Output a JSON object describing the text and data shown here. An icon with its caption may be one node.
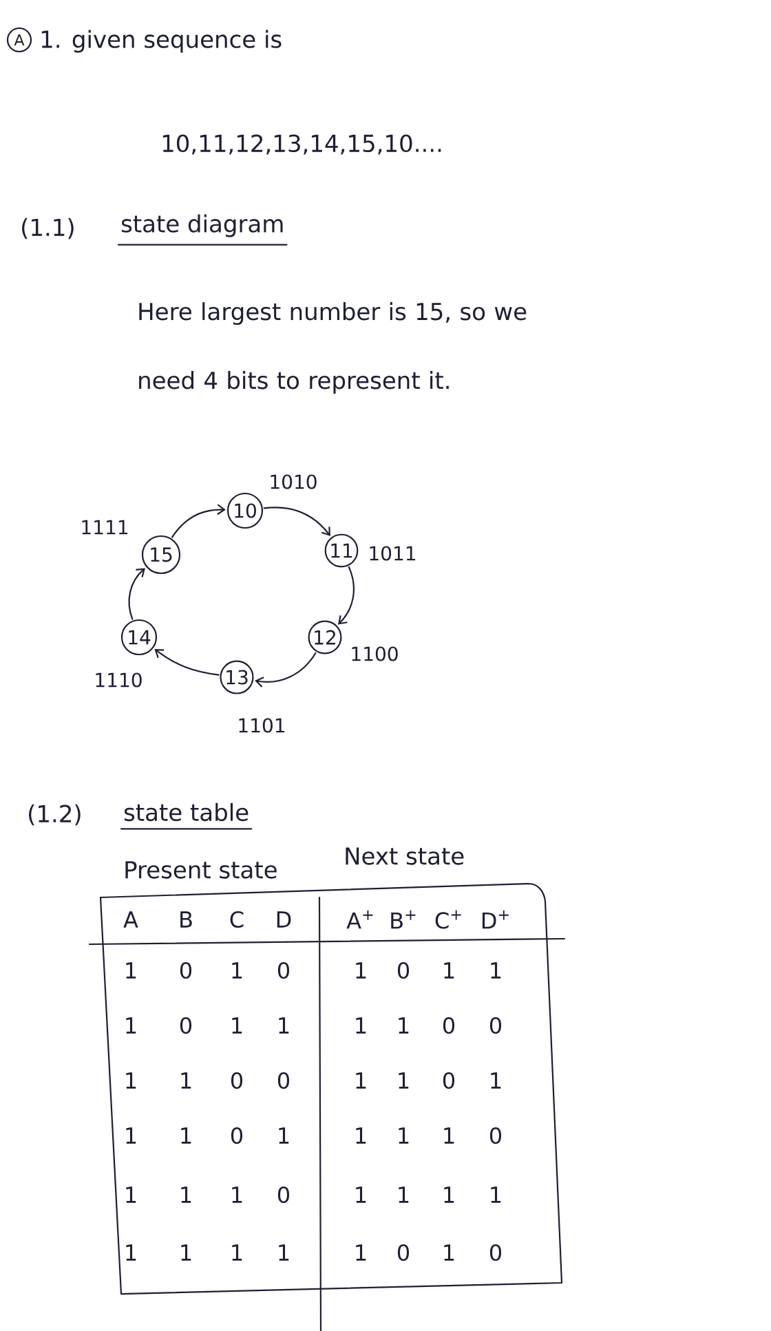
{
  "diagram": {
    "nodes": [
      {
        "text": [
          "A"
        ]
      },
      {
        "text": [
          "10"
        ],
        "beside": [
          "1010"
        ]
      },
      {
        "text": [
          "11"
        ],
        "beside": [
          "1011"
        ]
      },
      {
        "text": [
          "12"
        ],
        "beside": [
          "1100"
        ]
      },
      {
        "text": [
          "13"
        ],
        "beside": [
          "1101"
        ]
      },
      {
        "text": [
          "14"
        ],
        "beside": [
          "1110"
        ]
      },
      {
        "text": [
          "15"
        ],
        "beside": [
          "1111"
        ]
      }
    ],
    "edges": [
      {
        "from": 1,
        "to": 2,
        "arrow": "to"
      },
      {
        "from": 2,
        "to": 3,
        "arrow": "to"
      },
      {
        "from": 3,
        "to": 4,
        "arrow": "to"
      },
      {
        "from": 4,
        "to": 5,
        "arrow": "to"
      },
      {
        "from": 5,
        "to": 6,
        "arrow": "to"
      },
      {
        "from": 6,
        "to": 1,
        "arrow": "to"
      }
    ],
    "labels": [
      "1. given sequence is",
      "10,11,12,13,14,15,10....",
      "(1.1)",
      "state diagram",
      "Here largest number is 15, so we need 4 bits to represent it.",
      "(1.2)",
      "state table",
      "Present state",
      "Next state",
      "A",
      "B",
      "C",
      "D",
      "A$^{+}$",
      "B$^{+}$",
      "C$^{+}$",
      "D$^{+}$",
      "1",
      "0",
      "1",
      "0",
      "1",
      "0",
      "1",
      "1",
      "1",
      "0",
      "1",
      "1",
      "1",
      "1",
      "0",
      "0",
      "1",
      "1",
      "0",
      "0",
      "1",
      "1",
      "0",
      "1",
      "1",
      "1",
      "0",
      "1",
      "1",
      "1",
      "1",
      "0",
      "1",
      "1",
      "1",
      "0",
      "1",
      "1",
      "1",
      "1",
      "1",
      "1",
      "1",
      "1",
      "1",
      "0",
      "1",
      "0"
    ]
  }
}
